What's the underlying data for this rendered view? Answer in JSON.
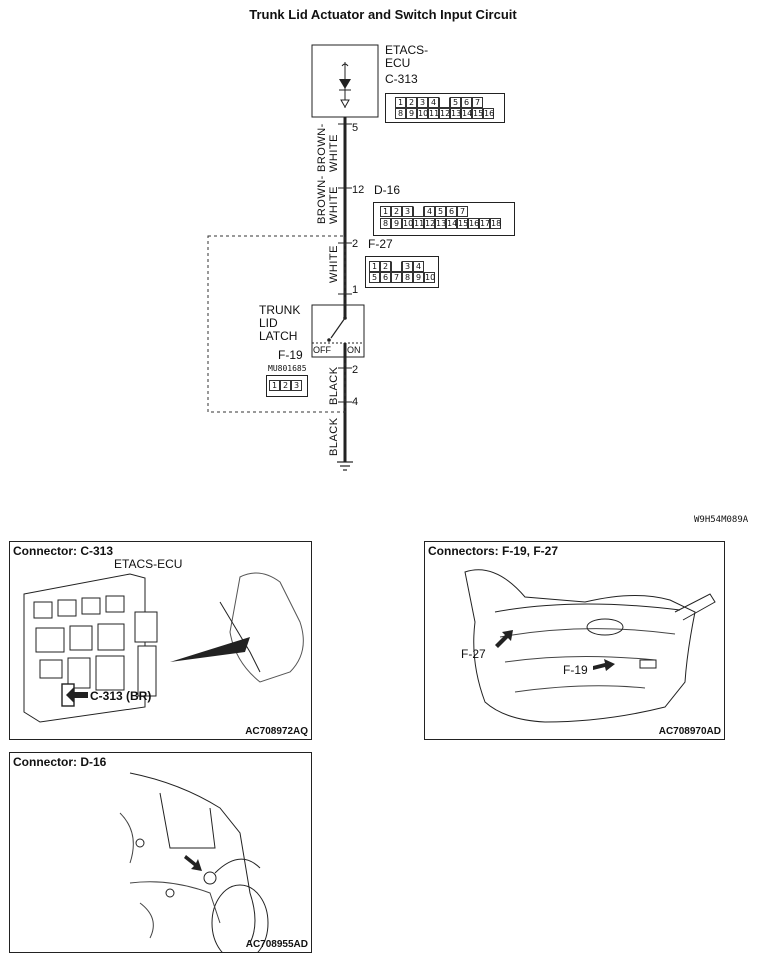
{
  "title": "Trunk Lid Actuator and Switch Input Circuit",
  "figure_code": "W9H54M089A",
  "etacs": {
    "name_line1": "ETACS-",
    "name_line2": "ECU",
    "connector": "C-313",
    "pin": "5",
    "cells_top": [
      "1",
      "2",
      "3",
      "4",
      "",
      "5",
      "6",
      "7"
    ],
    "cells_bottom": [
      "8",
      "9",
      "10",
      "11",
      "12",
      "13",
      "14",
      "15",
      "16"
    ]
  },
  "wire_top": {
    "line1": "BROWN-",
    "line2": "WHITE"
  },
  "d16": {
    "pin": "12",
    "connector": "D-16",
    "cells_top": [
      "1",
      "2",
      "3",
      "",
      "4",
      "5",
      "6",
      "7"
    ],
    "cells_bottom": [
      "8",
      "9",
      "10",
      "11",
      "12",
      "13",
      "14",
      "15",
      "16",
      "17",
      "18"
    ]
  },
  "wire_mid": {
    "line1": "BROWN-",
    "line2": "WHITE"
  },
  "f27": {
    "pin_top": "2",
    "connector": "F-27",
    "pin_bottom": "1",
    "cells_top": [
      "1",
      "2",
      "",
      "3",
      "4"
    ],
    "cells_bottom": [
      "5",
      "6",
      "7",
      "8",
      "9",
      "10"
    ]
  },
  "wire_white": "WHITE",
  "latch": {
    "line1": "TRUNK",
    "line2": "LID",
    "line3": "LATCH",
    "connector": "F-19",
    "off": "OFF",
    "on": "ON",
    "part_no": "MU801685",
    "cells": [
      "1",
      "2",
      "3"
    ]
  },
  "pin_2": "2",
  "pin_4": "4",
  "wire_black1": "BLACK",
  "wire_black2": "BLACK",
  "panels": {
    "c313": {
      "title": "Connector: C-313",
      "subtitle": "ETACS-ECU",
      "callout": "C-313 (BR)",
      "code": "AC708972AQ"
    },
    "f19f27": {
      "title": "Connectors: F-19, F-27",
      "callout_f27": "F-27",
      "callout_f19": "F-19",
      "code": "AC708970AD"
    },
    "d16": {
      "title": "Connector: D-16",
      "code": "AC708955AD"
    }
  }
}
